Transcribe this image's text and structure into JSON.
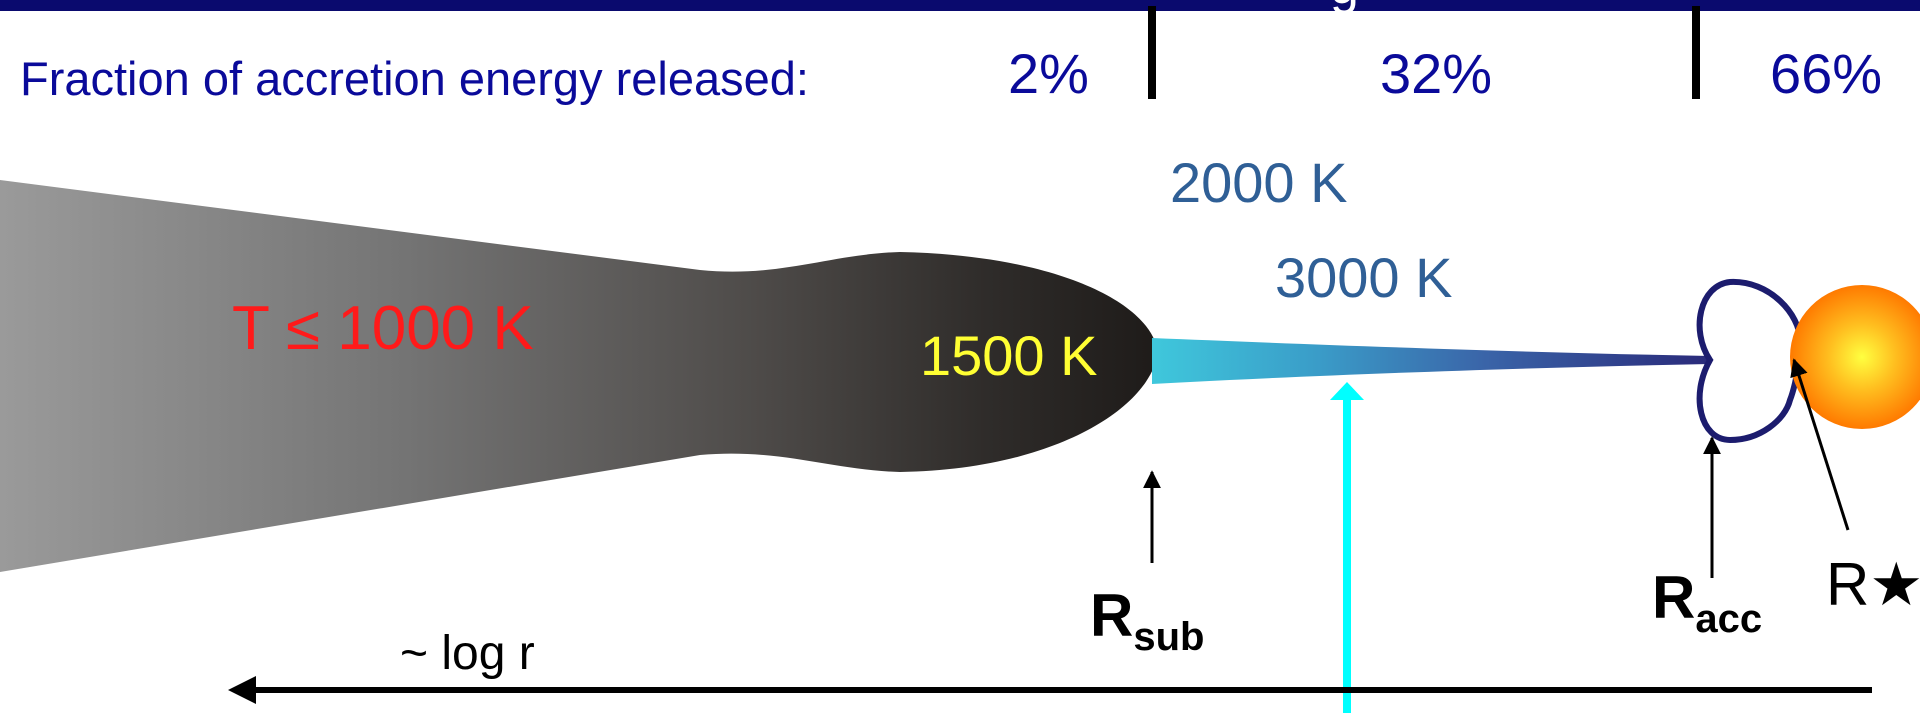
{
  "header": {
    "partial_title_glyph": "g"
  },
  "fraction_label": "Fraction of accretion energy released:",
  "fractions": {
    "inner": "2%",
    "middle": "32%",
    "outer": "66%"
  },
  "temperatures": {
    "outer_disk": "T  ≤ 1000 K",
    "rim": "1500 K",
    "gas_2000": "2000 K",
    "gas_3000": "3000 K"
  },
  "radii": {
    "sublimation": {
      "main": "R",
      "sub": "sub"
    },
    "accretion": {
      "main": "R",
      "sub": "acc"
    },
    "stellar": "R★"
  },
  "axis_label": "~ log r",
  "colors": {
    "header_band": "#0a0a6e",
    "text_blue": "#0a0a9a",
    "temp_blue": "#2f5f96",
    "temp_red": "#ff1a1a",
    "temp_yellow": "#ffff33",
    "highlight_arrow": "#00ffff",
    "magnetosphere": "#1c1c6e",
    "star_core": "#ffff40",
    "star_edge": "#ff7a00"
  }
}
